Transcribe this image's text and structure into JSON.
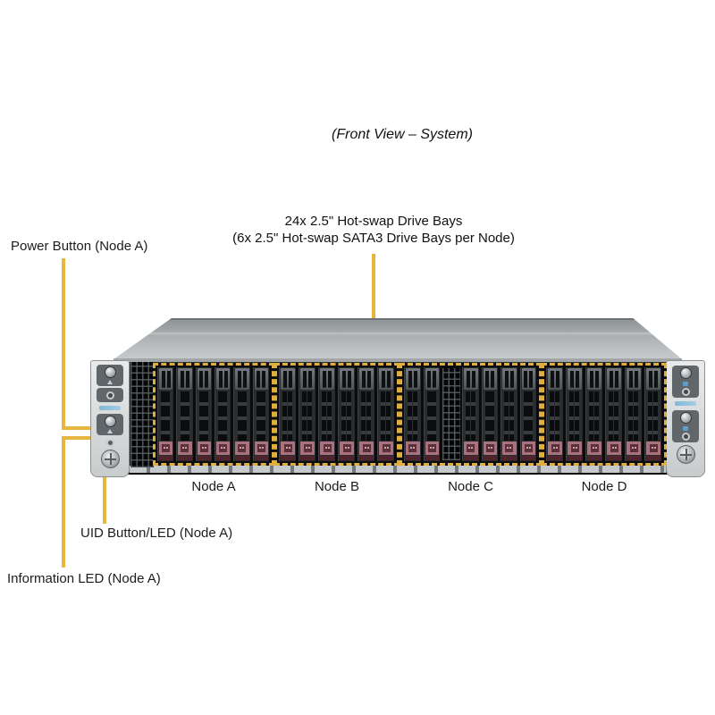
{
  "title": "(Front View – System)",
  "callouts": {
    "drive_bays_line1": "24x 2.5\" Hot-swap Drive Bays",
    "drive_bays_line2": "(6x 2.5\" Hot-swap SATA3 Drive Bays per Node)",
    "power_button": "Power Button (Node A)",
    "uid_button": "UID Button/LED (Node A)",
    "information_led": "Information LED (Node A)"
  },
  "nodes": [
    {
      "id": "A",
      "label": "Node A",
      "drives": 6,
      "vent_after": null
    },
    {
      "id": "B",
      "label": "Node B",
      "drives": 6,
      "vent_after": null
    },
    {
      "id": "C",
      "label": "Node C",
      "drives": 6,
      "vent_after": 2
    },
    {
      "id": "D",
      "label": "Node D",
      "drives": 6,
      "vent_after": null
    }
  ],
  "colors": {
    "callout_yellow": "#e8b63f",
    "dashed_box_yellow": "#e0ae3c",
    "drive_latch": "#a7727d",
    "chassis_lid": "#b3b7b9",
    "chassis_face": "#1b1d1f",
    "logo_blue": "#6fb0d6"
  }
}
